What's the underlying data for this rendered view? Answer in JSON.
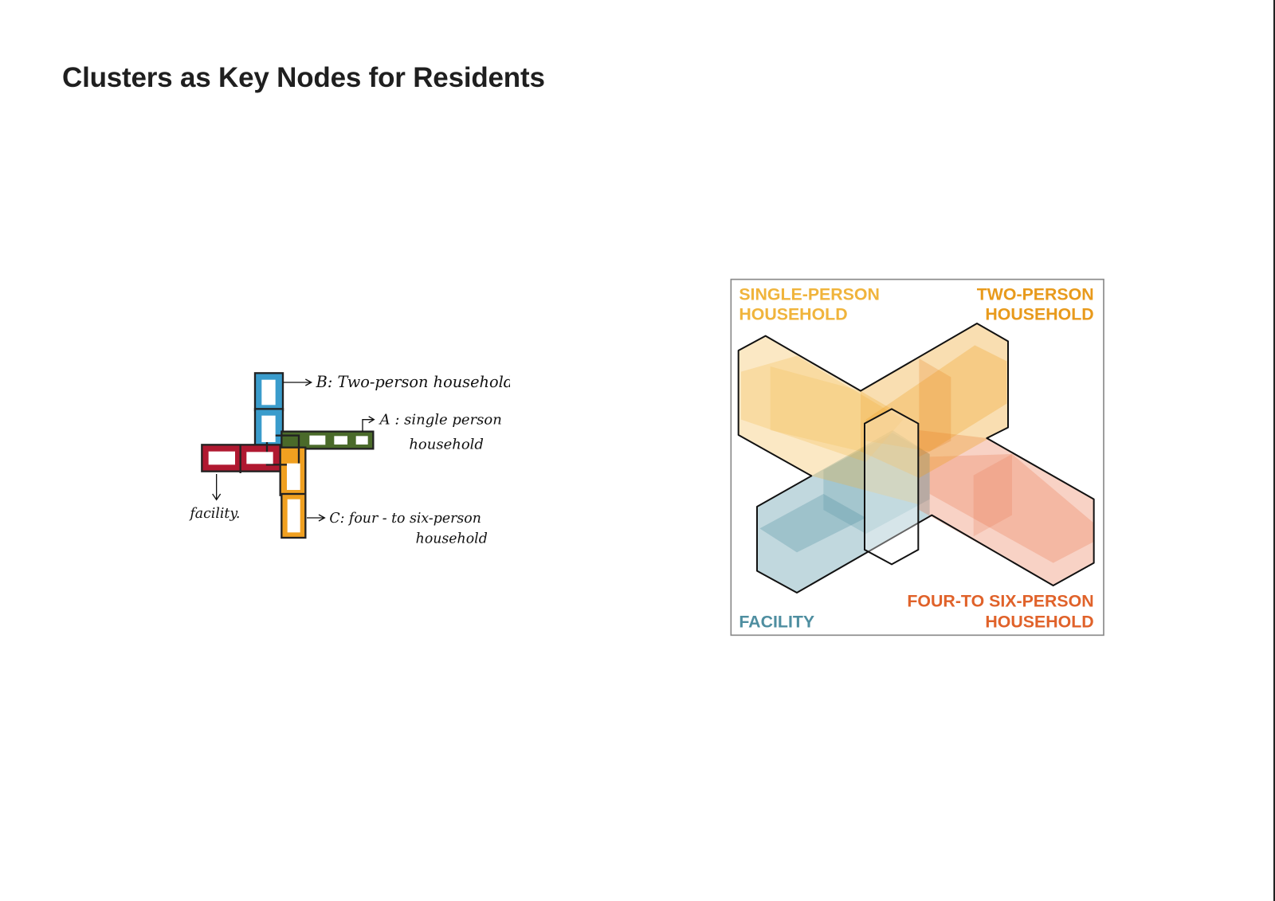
{
  "title": "Clusters as Key Nodes for Residents",
  "sketch": {
    "label_b": "B: Two-person household",
    "label_a_1": "A : single person",
    "label_a_2": "household",
    "label_facility": "facility.",
    "label_c_1": "C: four - to six-person",
    "label_c_2": "household"
  },
  "diagram": {
    "single_1": "SINGLE-PERSON",
    "single_2": "HOUSEHOLD",
    "two_1": "TWO-PERSON",
    "two_2": "HOUSEHOLD",
    "four_1": "FOUR-TO SIX-PERSON",
    "four_2": "HOUSEHOLD",
    "facility": "FACILITY",
    "colors": {
      "single": "#f0b43c",
      "two": "#e89a1c",
      "four": "#e0622a",
      "facility": "#4e8ea0"
    }
  }
}
